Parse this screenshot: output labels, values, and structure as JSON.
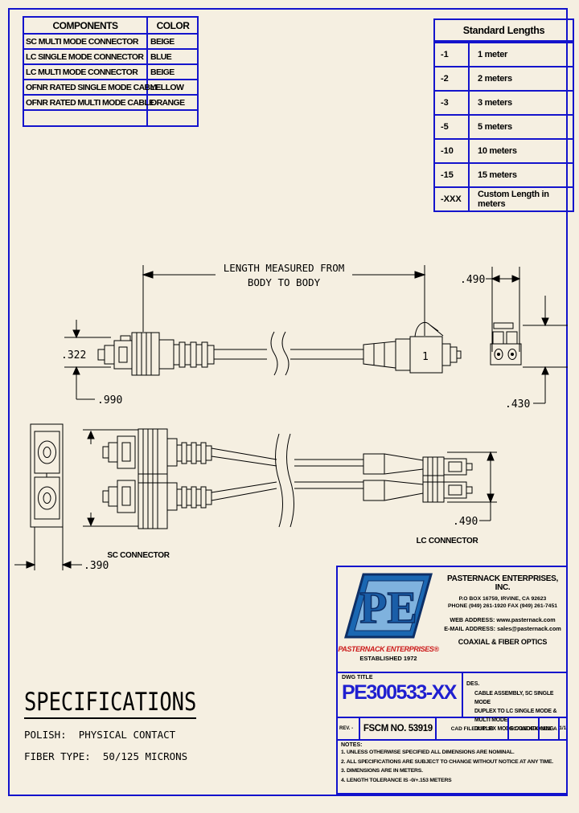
{
  "components_table": {
    "headers": [
      "COMPONENTS",
      "COLOR"
    ],
    "rows": [
      {
        "component": "SC MULTI MODE CONNECTOR",
        "color": "BEIGE"
      },
      {
        "component": "LC SINGLE MODE CONNECTOR",
        "color": "BLUE"
      },
      {
        "component": "LC MULTI MODE CONNECTOR",
        "color": "BEIGE"
      },
      {
        "component": "OFNR RATED SINGLE MODE CABLE",
        "color": "YELLOW"
      },
      {
        "component": "OFNR RATED MULTI MODE CABLE",
        "color": "ORANGE"
      }
    ]
  },
  "lengths_table": {
    "title": "Standard Lengths",
    "rows": [
      {
        "code": "-1",
        "length": "1 meter"
      },
      {
        "code": "-2",
        "length": "2 meters"
      },
      {
        "code": "-3",
        "length": "3 meters"
      },
      {
        "code": "-5",
        "length": "5 meters"
      },
      {
        "code": "-10",
        "length": "10 meters"
      },
      {
        "code": "-15",
        "length": "15 meters"
      },
      {
        "code": "-XXX",
        "length": "Custom Length in meters"
      }
    ]
  },
  "drawing": {
    "length_note_line1": "LENGTH MEASURED FROM",
    "length_note_line2": "BODY TO BODY",
    "dim_sc_height": ".322",
    "dim_sc_length": ".990",
    "dim_lc_width": ".490",
    "dim_lc_height": ".430",
    "dim_sc_duplex_width": ".390",
    "dim_lc_duplex_width": ".490",
    "label_sc": "SC CONNECTOR",
    "label_lc": "LC CONNECTOR",
    "lc_body_mark": "1"
  },
  "specifications": {
    "title": "SPECIFICATIONS",
    "line1": "POLISH:  PHYSICAL CONTACT",
    "line2": "FIBER TYPE:  50/125 MICRONS"
  },
  "title_block": {
    "logo_text": "PE",
    "brand": "PASTERNACK ENTERPRISES®",
    "established": "ESTABLISHED 1972",
    "company_name": "PASTERNACK ENTERPRISES, INC.",
    "address1": "P.O BOX 16759, IRVINE, CA 92623",
    "address2": "PHONE (949) 261-1920 FAX (949) 261-7451",
    "web": "WEB ADDRESS: www.pasternack.com",
    "email": "E-MAIL ADDRESS: sales@pasternack.com",
    "division": "COAXIAL & FIBER OPTICS",
    "dwg_title_label": "DWG TITLE",
    "dwg_number": "PE300533-XX",
    "des_label": "DES.",
    "description_line1": "CABLE ASSEMBLY, SC SINGLE MODE",
    "description_line2": "DUPLEX TO LC SINGLE MODE & MULTI MODE",
    "description_line3": "DUPLEX MODE CONDITIONING",
    "rev": "REV. -",
    "fscm": "FSCM NO. 53919",
    "cad_file": "CAD FILE   031110",
    "scale": "SCALE  N/A",
    "size": "SIZE A",
    "sheet": "1/1"
  },
  "notes": {
    "title": "NOTES:",
    "items": [
      "1.  UNLESS OTHERWISE SPECIFIED ALL DIMENSIONS ARE NOMINAL.",
      "2.  ALL SPECIFICATIONS ARE SUBJECT TO CHANGE WITHOUT NOTICE AT ANY TIME.",
      "3.  DIMENSIONS ARE IN METERS.",
      "4.  LENGTH TOLERANCE IS -0/+.153 METERS"
    ]
  }
}
